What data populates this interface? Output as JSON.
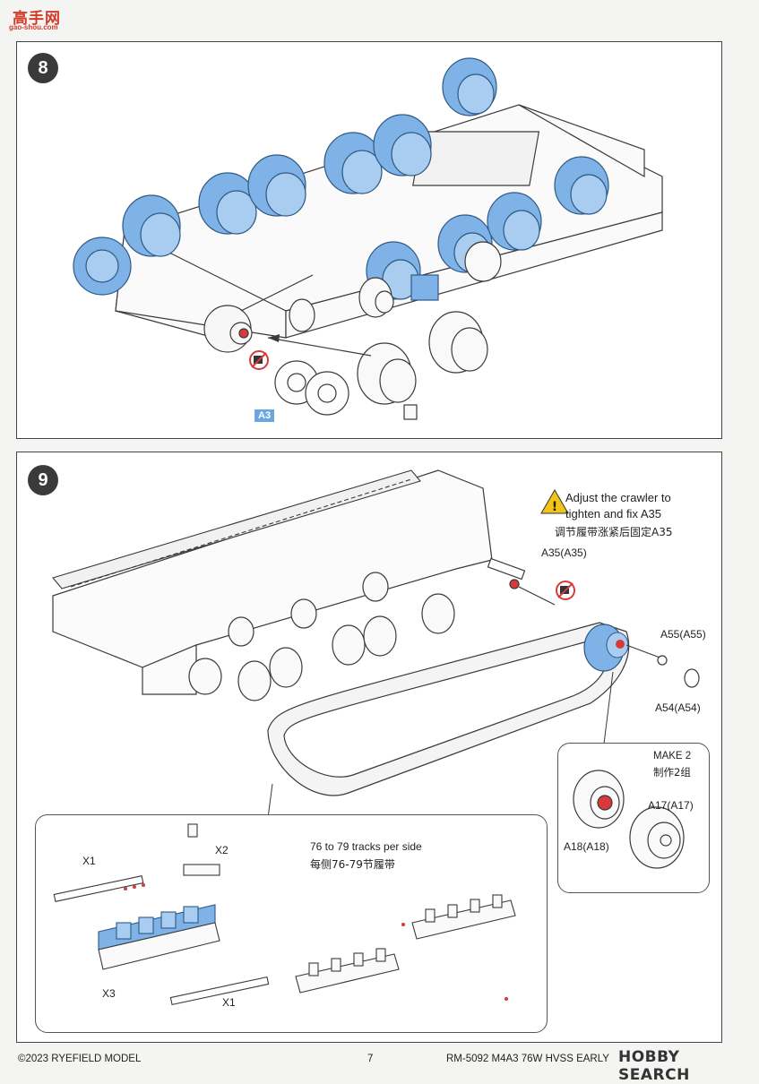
{
  "watermark": {
    "text": "高手网",
    "sub": "gao-shou.com"
  },
  "step8": {
    "number": "8",
    "tag_a3": "A3"
  },
  "step9": {
    "number": "9",
    "note_en": "Adjust the crawler to tighten and fix A35",
    "note_en_line1": "Adjust the crawler to",
    "note_en_line2": "tighten and fix A35",
    "note_cn": "调节履带涨紧后固定A35",
    "labels": {
      "a35": "A35(A35)",
      "a55": "A55(A55)",
      "a54": "A54(A54)",
      "make2": "MAKE 2",
      "make2_cn": "制作2组",
      "a17": "A17(A17)",
      "a18": "A18(A18)",
      "x1_top": "X1",
      "x2": "X2",
      "x3": "X3",
      "x1_bottom": "X1"
    },
    "tracks_note": "76 to 79 tracks per side",
    "tracks_note_cn": "每侧76-79节履带"
  },
  "footer": {
    "copyright": "©2023 RYEFIELD MODEL",
    "page": "7",
    "product": "RM-5092 M4A3 76W HVSS EARLY",
    "logo": "HOBBY SEARCH"
  },
  "colors": {
    "highlight_blue": "#7fb2e6",
    "line": "#3a3a3a",
    "badge": "#3a3a3a",
    "warning_yellow": "#f2c318",
    "accent_red": "#d83a3a"
  }
}
